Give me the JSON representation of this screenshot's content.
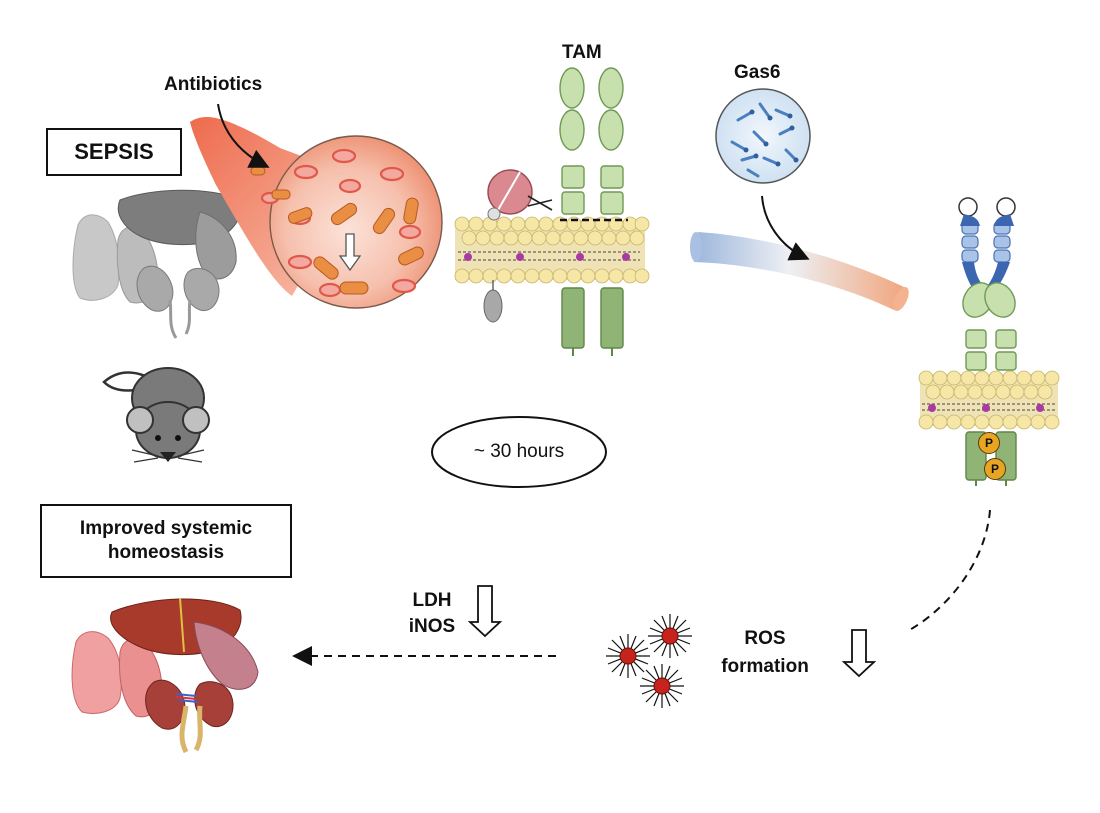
{
  "labels": {
    "sepsis": "SEPSIS",
    "antibiotics": "Antibiotics",
    "tam": "TAM",
    "gas6": "Gas6",
    "duration": "~ 30 hours",
    "outcome_line1": "Improved systemic",
    "outcome_line2": "homeostasis",
    "ldh": "LDH",
    "inos": "iNOS",
    "ros_line1": "ROS",
    "ros_line2": "formation",
    "phospho": "P"
  },
  "icons": [
    "organs-gray-icon",
    "vessel-zoom-icon",
    "mouse-icon",
    "tam-receptor-icon",
    "gas6-particle-icon",
    "tube-icon",
    "activated-receptor-icon",
    "ros-star-icon",
    "organs-color-icon",
    "down-arrow-icon"
  ],
  "colors": {
    "blood": "#e9704f",
    "membrane": "#f3e4a3",
    "receptor_green": "#c8dfae",
    "receptor_dark": "#6f9a56",
    "gas6_blue": "#4a7fc0",
    "ros_red": "#c5231b"
  }
}
